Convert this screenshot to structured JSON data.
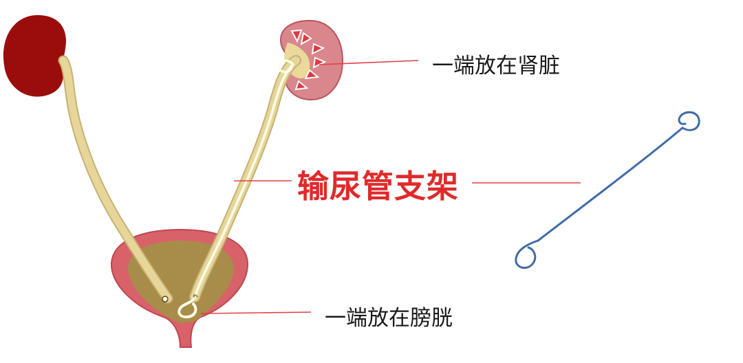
{
  "labels": {
    "kidney_end": "一端放在肾脏",
    "stent_title": "输尿管支架",
    "bladder_end": "一端放在膀胱"
  },
  "colors": {
    "kidney_left": "#9b0d0d",
    "kidney_right_outer": "#d9878c",
    "calyx": "#e03a44",
    "ureter": "#e6d69a",
    "ureter_edge": "#c6b172",
    "stent_in_body": "#fffbe8",
    "bladder_wall": "#d8626a",
    "bladder_inner": "#a88c4a",
    "pointer_line": "#e14040",
    "title_text": "#e02a2a",
    "stent_device": "#3f6aa8"
  },
  "icons": {
    "left_kidney": "kidney-solid-icon",
    "right_kidney": "kidney-cross-section-icon",
    "bladder": "bladder-icon",
    "stent_device": "double-j-stent-icon"
  }
}
